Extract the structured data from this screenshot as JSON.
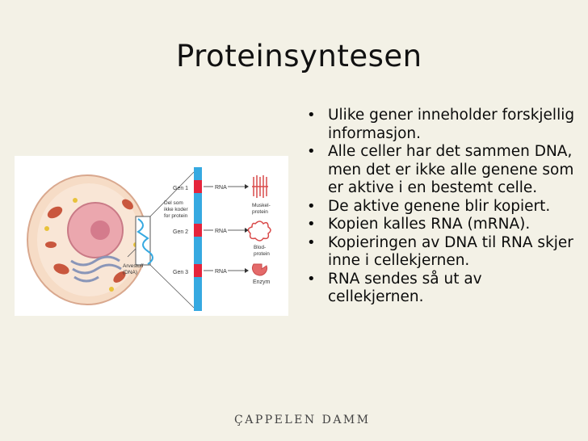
{
  "slide": {
    "title": "Proteinsyntesen",
    "bullets": [
      "Ulike gener inneholder forskjellig informasjon.",
      "Alle celler har det sammen DNA, men det er ikke alle genene som er aktive i en bestemt celle.",
      "De aktive genene blir kopiert.",
      "Kopien kalles RNA (mRNA).",
      "Kopieringen av DNA til RNA skjer inne i cellekjernen.",
      "RNA sendes så ut av cellekjernen."
    ],
    "bullet_glyph": "•",
    "footer_logo": "ÇAPPELEN DAMM"
  },
  "figure": {
    "labels": {
      "gen1": "Gen 1",
      "gen2": "Gen 2",
      "gen3": "Gen 3",
      "del_line1": "Del som",
      "del_line2": "ikke koder",
      "del_line3": "for protein",
      "rna1": "RNA",
      "rna2": "RNA",
      "rna3": "RNA",
      "muskel_line1": "Muskel-",
      "muskel_line2": "protein",
      "blod_line1": "Blod-",
      "blod_line2": "protein",
      "enzym": "Enzym",
      "arvestoff_line1": "Arvestoff",
      "arvestoff_line2": "(DNA)"
    },
    "colors": {
      "cell": "#f5dcc8",
      "nucleus": "#eaa8b0",
      "dna_bar": "#36a9e1",
      "gene_marker": "#e5243b",
      "protein": "#d94a4a"
    }
  }
}
